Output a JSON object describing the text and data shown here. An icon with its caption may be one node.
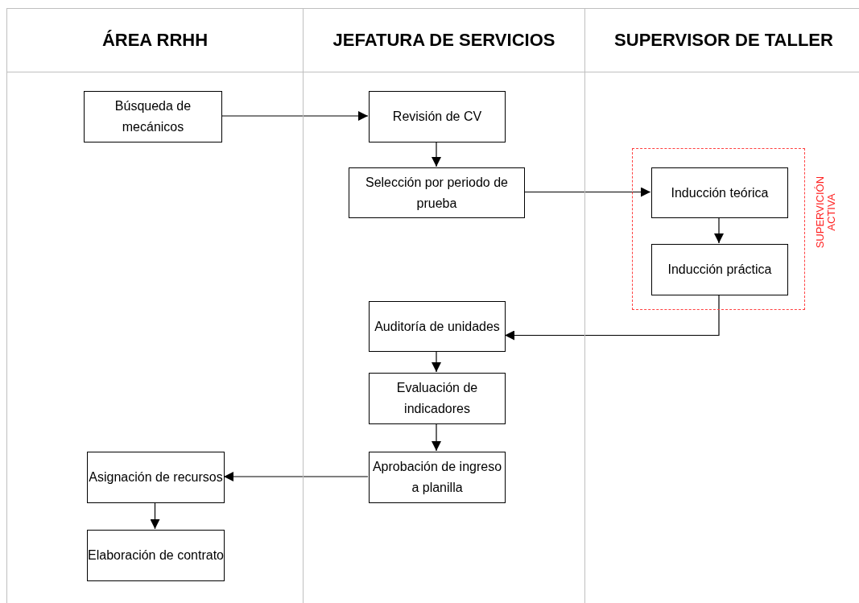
{
  "diagram": {
    "nodes": [
      {
        "text": [
          "ÁREA RRHH"
        ]
      },
      {
        "text": [
          "JEFATURA DE SERVICIOS"
        ]
      },
      {
        "text": [
          "SUPERVISOR DE TALLER"
        ]
      },
      {
        "text": [
          "Búsqueda de mecánicos"
        ],
        "in": 0
      },
      {
        "text": [
          "Revisión de CV"
        ],
        "in": 1
      },
      {
        "text": [
          "Selección por periodo de prueba"
        ],
        "in": 1
      },
      {
        "text": [
          "SUPERVICIÓN ACTIVA"
        ],
        "in": 2
      },
      {
        "text": [
          "Inducción teórica"
        ],
        "in": 6
      },
      {
        "text": [
          "Inducción práctica"
        ],
        "in": 6
      },
      {
        "text": [
          "Auditoría de unidades"
        ],
        "in": 1
      },
      {
        "text": [
          "Evaluación de indicadores"
        ],
        "in": 1
      },
      {
        "text": [
          "Aprobación de ingreso a planilla"
        ],
        "in": 1
      },
      {
        "text": [
          "Asignación de recursos"
        ],
        "in": 0
      },
      {
        "text": [
          "Elaboración de contrato"
        ],
        "in": 0
      }
    ],
    "edges": [
      {
        "from": 3,
        "to": 4,
        "arrow": "to"
      },
      {
        "from": 4,
        "to": 5,
        "arrow": "to"
      },
      {
        "from": 5,
        "to": 7,
        "arrow": "to"
      },
      {
        "from": 7,
        "to": 8,
        "arrow": "to"
      },
      {
        "from": 8,
        "to": 9,
        "arrow": "to"
      },
      {
        "from": 9,
        "to": 10,
        "arrow": "to"
      },
      {
        "from": 10,
        "to": 11,
        "arrow": "to"
      },
      {
        "from": 11,
        "to": 12,
        "arrow": "to"
      },
      {
        "from": 12,
        "to": 13,
        "arrow": "to"
      }
    ]
  }
}
